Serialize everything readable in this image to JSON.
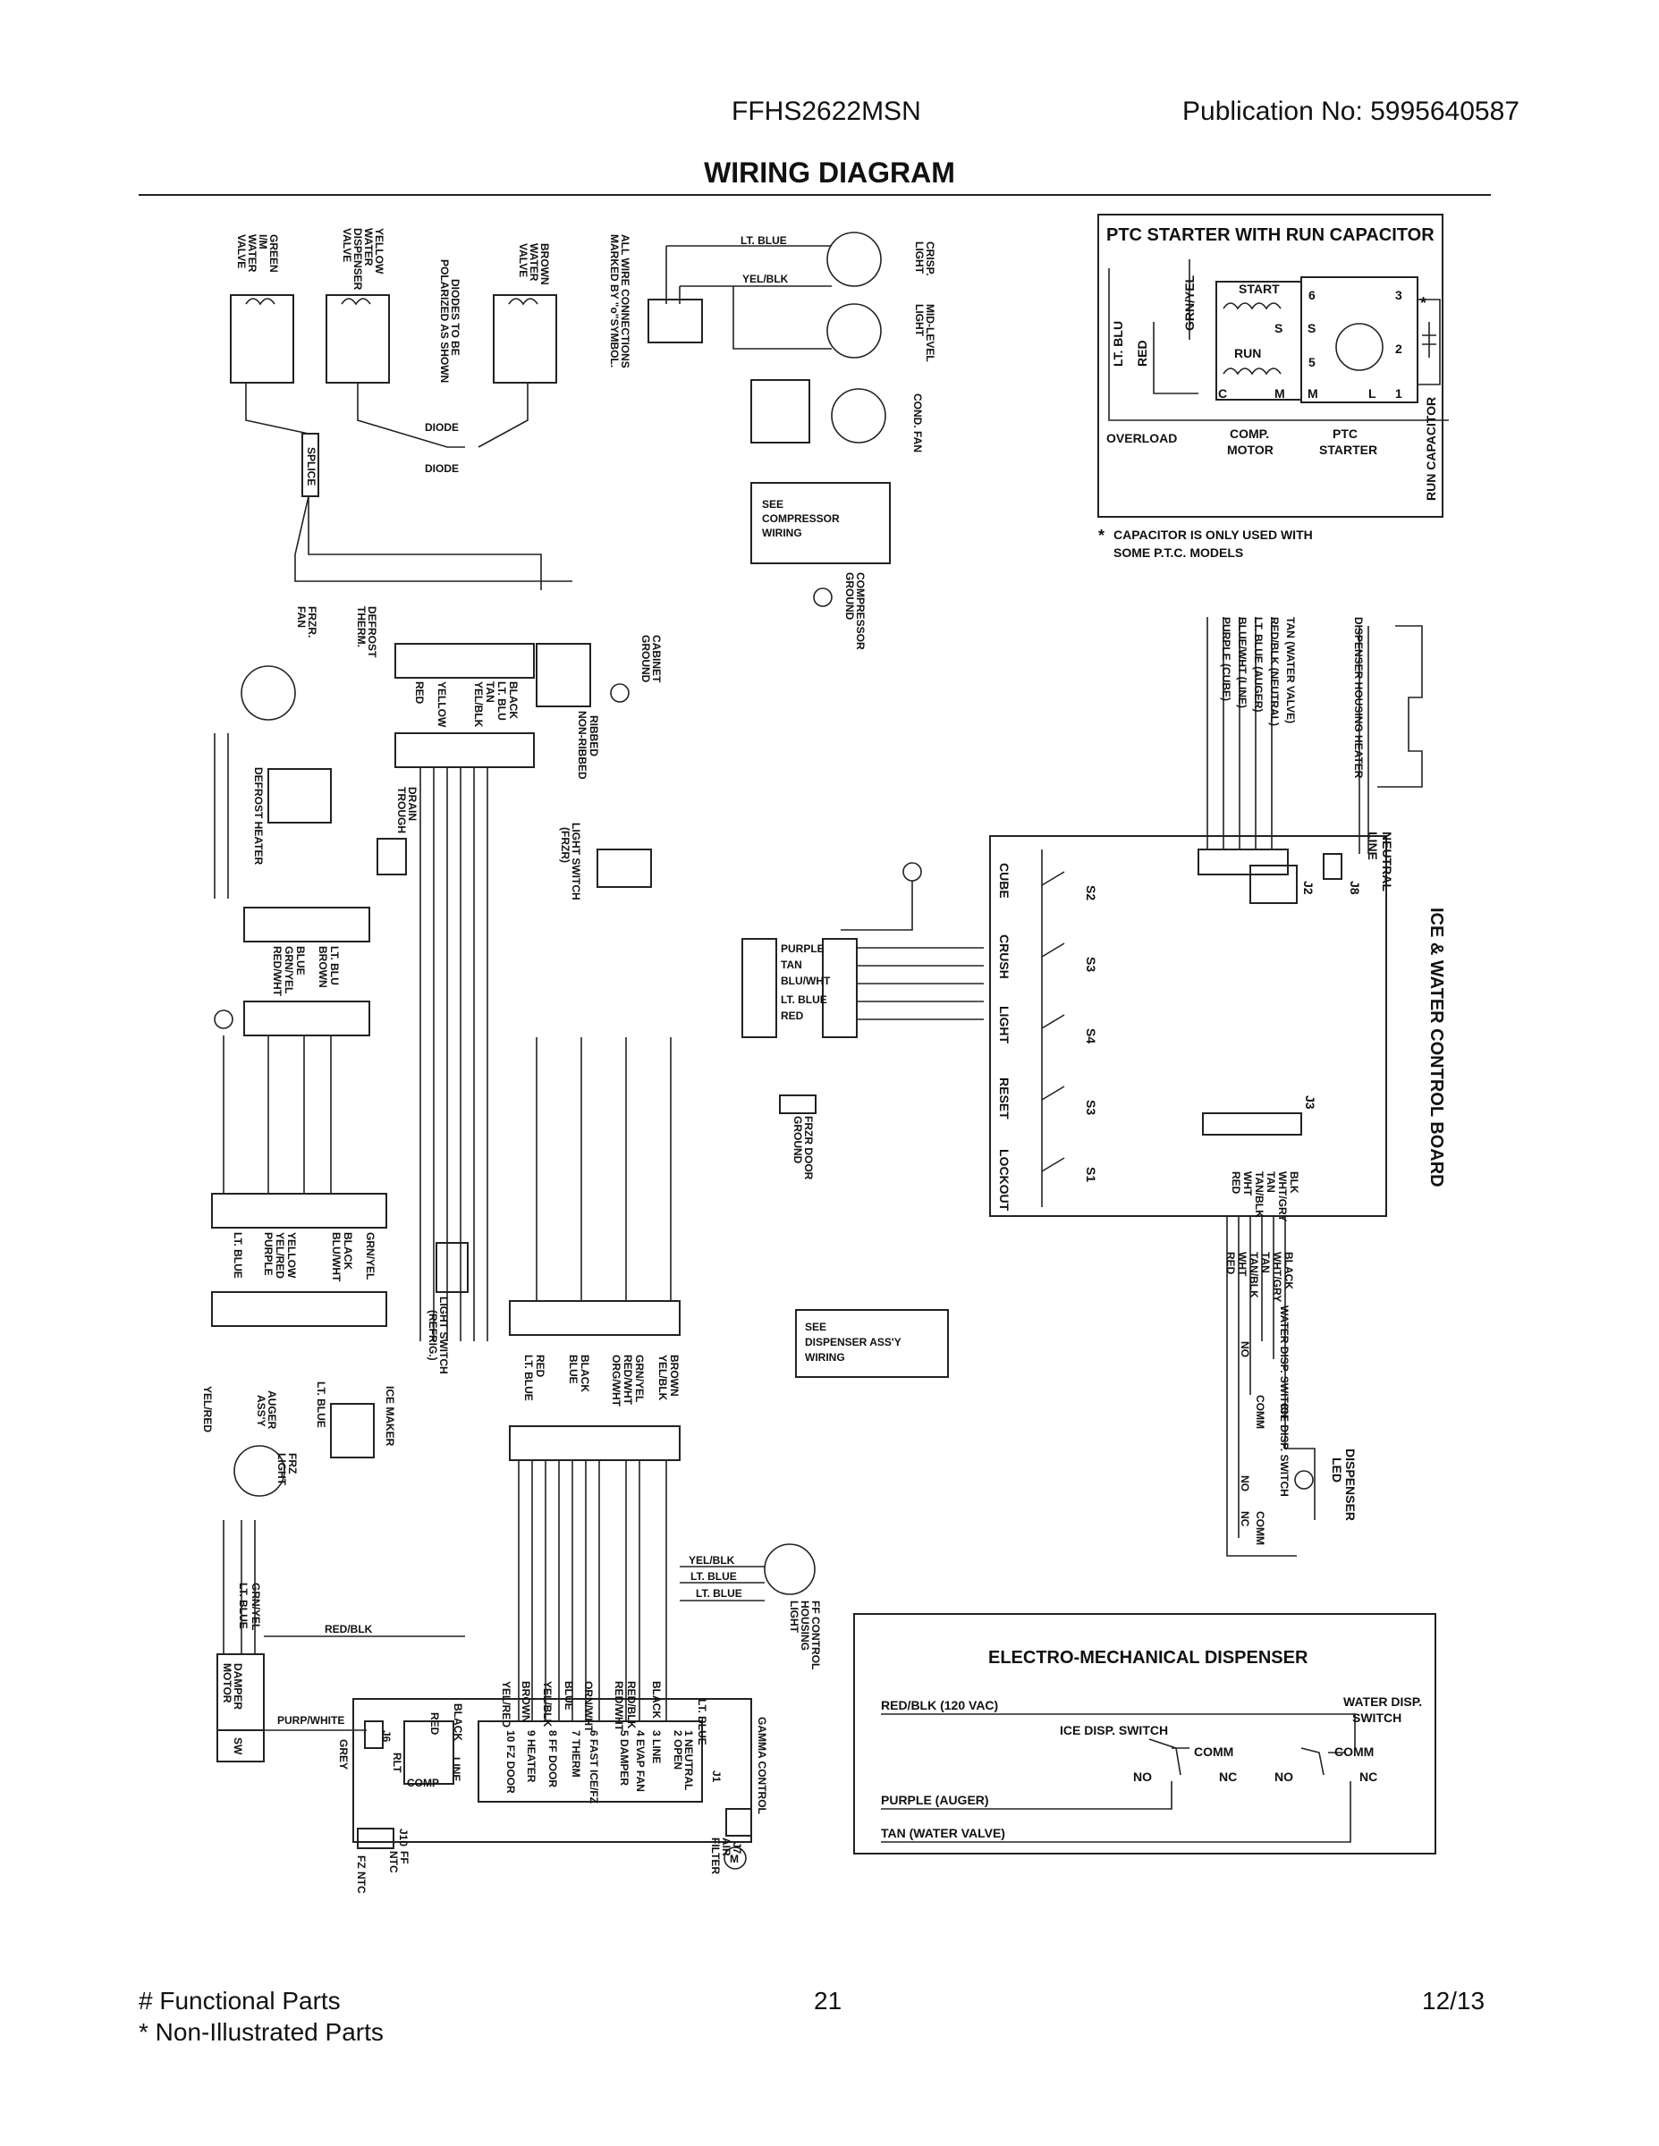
{
  "header": {
    "model": "FFHS2622MSN",
    "publication": "Publication No:  5995640587",
    "title": "WIRING DIAGRAM"
  },
  "footer": {
    "functional": "# Functional Parts",
    "non_illustrated": "* Non-Illustrated Parts",
    "page": "21",
    "date": "12/13"
  },
  "ptc": {
    "title": "PTC STARTER WITH RUN CAPACITOR",
    "note_line1": "CAPACITOR IS ONLY USED WITH",
    "note_line2": "SOME P.T.C. MODELS",
    "star": "*",
    "lt_blu": "LT. BLU",
    "red": "RED",
    "grn_yel": "GRN/YEL",
    "start": "START",
    "run": "RUN",
    "s": "S",
    "c": "C",
    "m": "M",
    "l": "L",
    "n6": "6",
    "n5": "5",
    "n3": "3",
    "n2": "2",
    "n1": "1",
    "overload": "OVERLOAD",
    "comp_motor_1": "COMP.",
    "comp_motor_2": "MOTOR",
    "ptc_starter_1": "PTC",
    "ptc_starter_2": "STARTER",
    "run_capacitor": "RUN CAPACITOR"
  },
  "electro": {
    "title": "ELECTRO-MECHANICAL DISPENSER",
    "red_blk": "RED/BLK (120 VAC)",
    "water_disp_1": "WATER DISP.",
    "water_disp_2": "SWITCH",
    "ice_disp": "ICE DISP. SWITCH",
    "comm": "COMM",
    "no": "NO",
    "nc": "NC",
    "purple": "PURPLE (AUGER)",
    "tan": "TAN (WATER VALVE)"
  },
  "board": {
    "title": "ICE & WATER CONTROL BOARD",
    "dispenser_heater": "DISPENSER HOUSING HEATER",
    "wires_top": [
      "PURPLE (CUBE)",
      "BLUE/WHT (LINE)",
      "LT. BLUE (AUGER)",
      "RED/BLK (NEUTRAL)",
      "TAN (WATER VALVE)"
    ],
    "neutral": "NEUTRAL",
    "line": "LINE",
    "j8": "J8",
    "j2": "J2",
    "j3": "J3",
    "switches": [
      "S2",
      "S3",
      "S4",
      "S3",
      "S1"
    ],
    "buttons": [
      "CUBE",
      "CRUSH",
      "LIGHT",
      "RESET",
      "LOCKOUT"
    ],
    "wires_bottom": [
      "BLK",
      "WHT/GRY",
      "TAN",
      "TAN/BLK",
      "WHT",
      "RED"
    ],
    "wires_lower": [
      "BLACK",
      "WHT/GRY",
      "TAN",
      "TAN/BLK",
      "WHT",
      "RED"
    ],
    "water_disp_switch": "WATER DISP. SWITCH",
    "ice_disp_switch": "ICE DISP. SWITCH",
    "dispenser_led_1": "DISPENSER",
    "dispenser_led_2": "LED",
    "comm": "COMM",
    "no": "NO",
    "nc": "NC"
  },
  "main": {
    "green_valve": [
      "GREEN",
      "I/M",
      "WATER",
      "VALVE"
    ],
    "yellow_valve": [
      "YELLOW",
      "WATER",
      "DISPENSER",
      "VALVE"
    ],
    "brown_valve": [
      "BROWN",
      "WATER",
      "VALVE"
    ],
    "diodes_note": [
      "DIODES TO BE",
      "POLARIZED AS SHOWN"
    ],
    "wire_note": [
      "ALL WIRE CONNECTIONS",
      "MARKED BY \"o\"SYMBOL."
    ],
    "lt_blue": "LT. BLUE",
    "yel_blk": "YEL/BLK",
    "crisp_light": [
      "CRISP.",
      "LIGHT"
    ],
    "mid_level_light": [
      "MID-LEVEL",
      "LIGHT"
    ],
    "cond_fan": "COND. FAN",
    "diode": "DIODE",
    "splice": "SPLICE",
    "see_compressor": [
      "SEE",
      "COMPRESSOR",
      "WIRING"
    ],
    "compressor_ground": [
      "COMPRESSOR",
      "GROUND"
    ],
    "cabinet_ground": [
      "CABINET",
      "GROUND"
    ],
    "frzr_fan": [
      "FRZR.",
      "FAN"
    ],
    "defrost_therm": [
      "DEFROST",
      "THERM."
    ],
    "defrost_heater": "DEFROST HEATER",
    "drain_trough": [
      "DRAIN",
      "TROUGH"
    ],
    "harness1": [
      "BLACK",
      "LT. BLU",
      "TAN",
      "YEL/BLK",
      "YELLOW",
      "RED"
    ],
    "ribbed": "RIBBED",
    "non_ribbed": "NON-RIBBED",
    "light_switch_frzr": [
      "LIGHT SWITCH",
      "(FRZR)"
    ],
    "harness2": [
      "LT. BLU",
      "BROWN",
      "BLUE",
      "GRN/YEL",
      "RED/WHT"
    ],
    "harness3": [
      "PURPLE",
      "TAN",
      "BLU/WHT",
      "LT. BLUE",
      "RED"
    ],
    "frzr_door_ground": [
      "FRZR DOOR",
      "GROUND"
    ],
    "harness4": [
      "GRN/YEL",
      "BLACK",
      "BLU/WHT",
      "YELLOW",
      "YEL/RED",
      "PURPLE",
      "LT. BLUE"
    ],
    "light_switch_refrig": [
      "LIGHT SWITCH",
      "(REFRIG.)"
    ],
    "see_dispenser": [
      "SEE",
      "DISPENSER ASS'Y",
      "WIRING"
    ],
    "harness5": [
      "BROWN",
      "YEL/BLK",
      "GRN/YEL",
      "RED/WHT",
      "ORG/WHT",
      "BLACK",
      "BLUE",
      "RED",
      "LT. BLUE"
    ],
    "ice_maker": "ICE MAKER",
    "auger_assy": [
      "AUGER",
      "ASS'Y"
    ],
    "yel_red": "YEL/RED",
    "lt_blue2": "LT. BLUE",
    "frz_light": [
      "FRZ",
      "LIGHT"
    ],
    "ff_control": [
      "FF CONTROL",
      "HOUSING",
      "LIGHT"
    ],
    "grn_yel": "GRN/YEL",
    "lt_blue3": "LT. BLUE",
    "red_blk": "RED/BLK",
    "damper_motor": [
      "DAMPER",
      "MOTOR"
    ],
    "sw": "SW",
    "purp_white": "PURP/WHITE",
    "grey": "GREY",
    "j6": "J6",
    "rlt": "RLT",
    "comp": "COMP",
    "red": "RED",
    "black": "BLACK",
    "line": "LINE",
    "j1_pins": [
      "1 NEUTRAL",
      "2 OPEN",
      "3 LINE",
      "4 EVAP FAN",
      "5 DAMPER",
      "6 FAST ICE/FZ",
      "7 THERM",
      "8 FF DOOR",
      "9 HEATER",
      "10 FZ DOOR"
    ],
    "j1_wires": [
      "LT. BLUE",
      "",
      "BLACK",
      "RED/BLK",
      "RED/WHT",
      "ORN/WHT",
      "BLUE",
      "YEL/BLK",
      "BROWN",
      "YEL/RED"
    ],
    "j1": "J1",
    "gamma_control": "GAMMA CONTROL",
    "j10": "J10",
    "ff_ntc": [
      "FF",
      "NTC"
    ],
    "fz_ntc": "FZ NTC",
    "j7": "J7",
    "air_filter": [
      "AIR",
      "FILTER"
    ],
    "m": "M",
    "yel_blk2": "YEL/BLK",
    "lt_blue4": "LT. BLUE",
    "lt_blue5": "LT. BLUE",
    "yel_blk3": "YEL/BLK"
  }
}
